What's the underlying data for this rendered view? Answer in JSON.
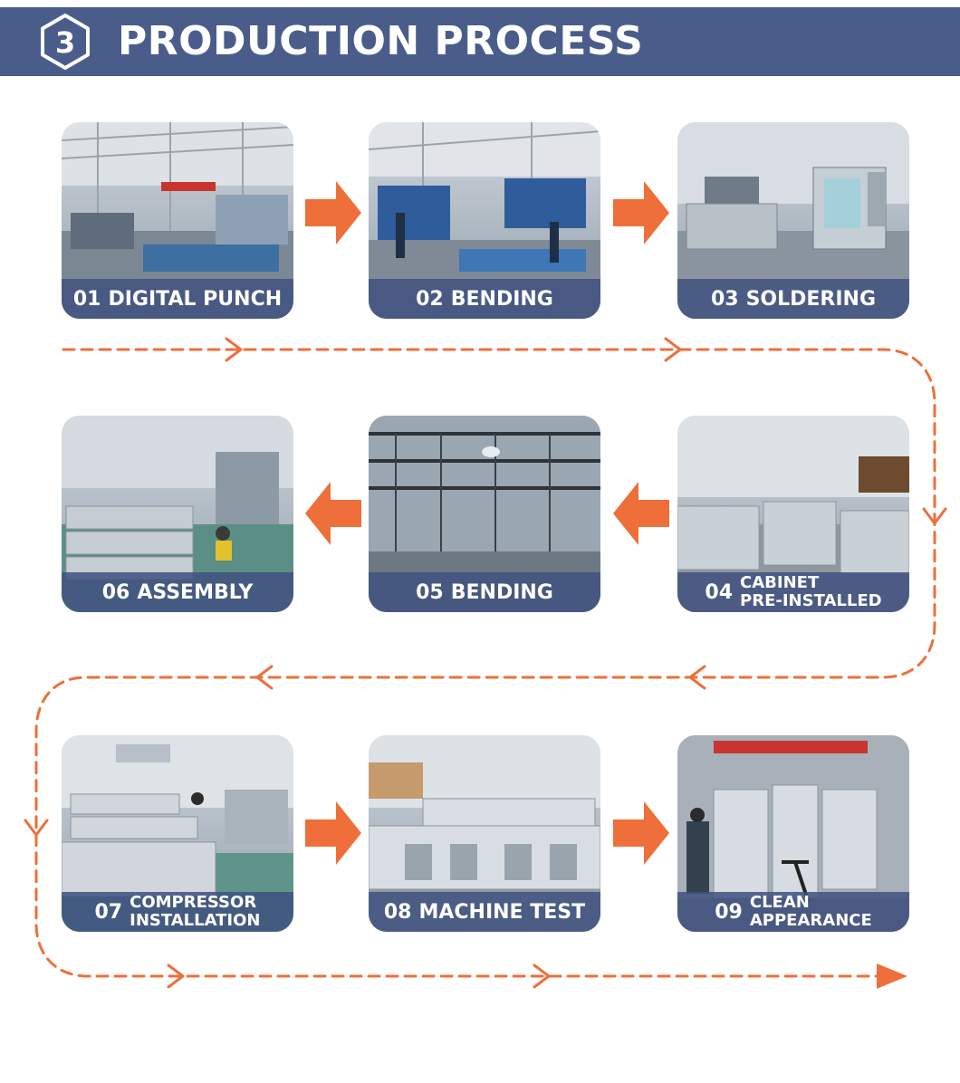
{
  "header": {
    "badge_number": "3",
    "title": "PRODUCTION PROCESS"
  },
  "colors": {
    "header_bg": "#4a5d8a",
    "accent_orange": "#ee6f3a",
    "caption_bg": "#405280"
  },
  "steps": [
    {
      "num": "01",
      "label": "DIGITAL PUNCH"
    },
    {
      "num": "02",
      "label": "BENDING"
    },
    {
      "num": "03",
      "label": "SOLDERING"
    },
    {
      "num": "04",
      "label_line1": "CABINET",
      "label_line2": "PRE-INSTALLED"
    },
    {
      "num": "05",
      "label": "BENDING"
    },
    {
      "num": "06",
      "label": "ASSEMBLY"
    },
    {
      "num": "07",
      "label_line1": "COMPRESSOR",
      "label_line2": "INSTALLATION"
    },
    {
      "num": "08",
      "label": "MACHINE TEST"
    },
    {
      "num": "09",
      "label_line1": "CLEAN",
      "label_line2": "APPEARANCE"
    }
  ]
}
